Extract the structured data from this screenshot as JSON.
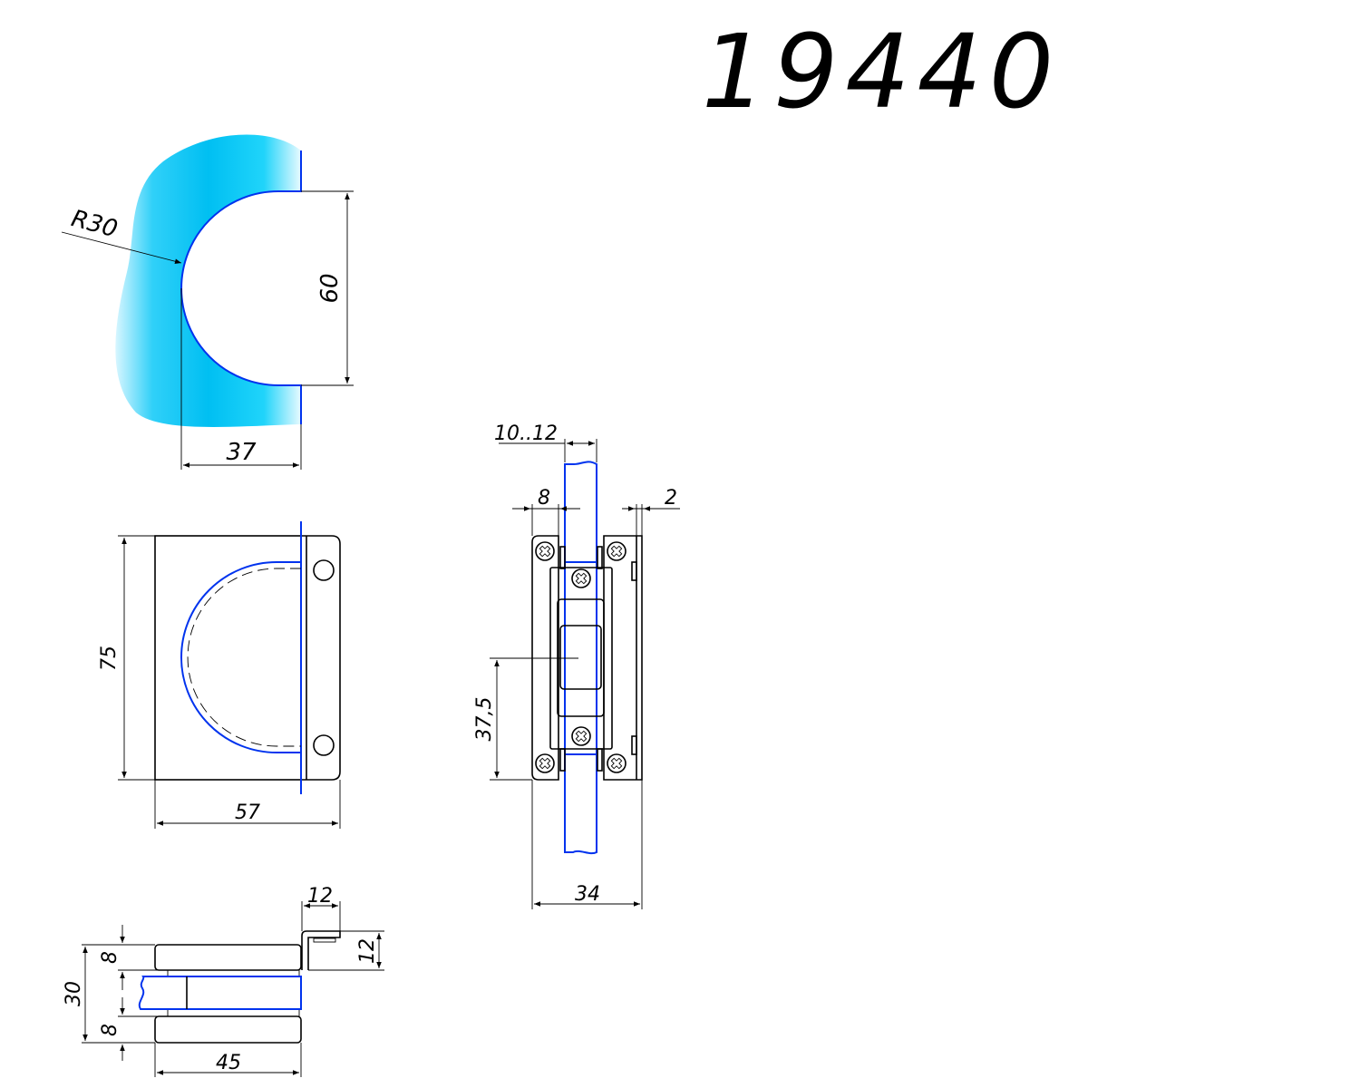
{
  "drawing": {
    "part_number": "19440",
    "colors": {
      "glass": "#00c0f0",
      "glass_edge": "#0033ee",
      "line": "#000000"
    },
    "top_view": {
      "radius_label": "R30",
      "height_label": "60",
      "depth_label": "37"
    },
    "front_view": {
      "height_label": "75",
      "width_label": "57"
    },
    "side_view": {
      "tab_width_label": "12",
      "tab_height_label": "12",
      "top_thickness_label": "8",
      "bottom_thickness_label": "8",
      "total_height_label": "30",
      "length_label": "45"
    },
    "end_view": {
      "glass_thickness_label": "10..12",
      "plate_thickness_label": "8",
      "gap_label": "2",
      "center_height_label": "37,5",
      "total_width_label": "34"
    }
  }
}
